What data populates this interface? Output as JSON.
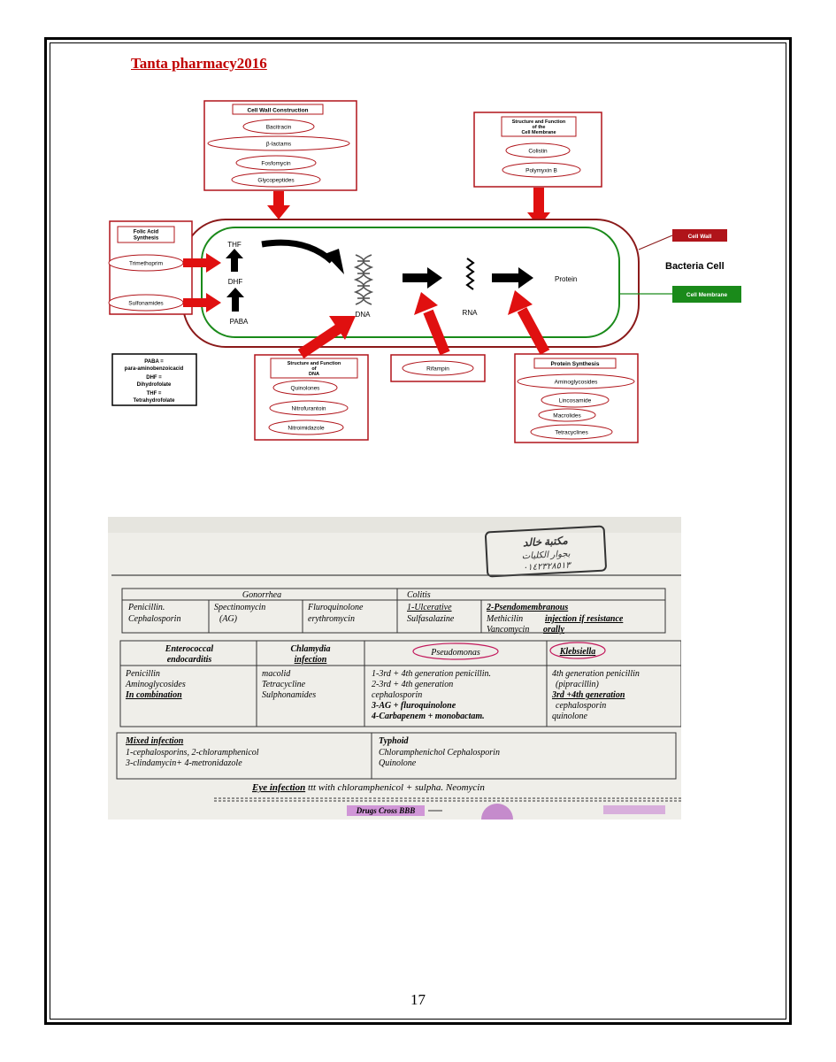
{
  "header": {
    "title": "Tanta pharmacy2016"
  },
  "diagram": {
    "cell_wall_construction": {
      "title": "Cell Wall Construction",
      "drugs": [
        "Bacitracin",
        "β-lactams",
        "Fosfomycin",
        "Glycopeptides"
      ]
    },
    "cell_membrane_box": {
      "title_lines": [
        "Structure and Function",
        "of the",
        "Cell Membrane"
      ],
      "drugs": [
        "Colistin",
        "Polymyxin B"
      ]
    },
    "folic_acid": {
      "title_lines": [
        "Folic Acid",
        "Synthesis"
      ],
      "drugs": [
        "Trimethoprim",
        "Sulfonamides"
      ]
    },
    "dna_box": {
      "title_lines": [
        "Structure and Function",
        "of",
        "DNA"
      ],
      "drugs": [
        "Quinolones",
        "Nitrofurantoin",
        "Nitroimidazole"
      ]
    },
    "rna_box": {
      "drug": "Rifampin"
    },
    "protein_box": {
      "title": "Protein Synthesis",
      "drugs": [
        "Aminoglycosides",
        "Lincosamide",
        "Macrolides",
        "Tetracyclines"
      ]
    },
    "labels": {
      "thf": "THF",
      "dhf": "DHF",
      "paba": "PABA",
      "dna": "DNA",
      "rna": "RNA",
      "protein": "Protein",
      "bacteria_cell": "Bacteria Cell",
      "cell_wall": "Cell Wall",
      "cell_membrane": "Cell Membrane"
    },
    "legend": {
      "lines": [
        "PABA =",
        "para-aminobenzoicacid",
        "DHF =",
        "Dihydrofolate",
        "THF =",
        "Tetrahydrofolate"
      ]
    }
  },
  "notes_photo": {
    "stamp": {
      "line1": "مكتبة خالد",
      "line2": "بجوار الكليات",
      "line3": "٠١٤٢٣٢٨٥١٣"
    },
    "gonorrhea": {
      "title": "Gonorrhea",
      "col1": [
        "Penicillin.",
        "Cephalosporin"
      ],
      "col2": [
        "Spectinomycin",
        "(AG)"
      ],
      "col3": [
        "Fluroquinolone",
        "erythromycin"
      ]
    },
    "colitis": {
      "title": "Colitis",
      "left": [
        "1-Ulcerative",
        "Sulfasalazine"
      ],
      "right_head": "2-Psendomembranous",
      "right": [
        "Methicilin",
        "injection if resistance",
        "Vancomycin",
        "orally"
      ]
    },
    "enterococcal": {
      "title": [
        "Enterococcal",
        "endocarditis"
      ],
      "items": [
        "Penicillin",
        "Aminoglycosides",
        "In combination"
      ]
    },
    "chlamydia": {
      "title": [
        "Chlamydia",
        "infection"
      ],
      "items": [
        "macolid",
        "Tetracycline",
        "Sulphonamides"
      ]
    },
    "pseudomonas": {
      "title": "Pseudomonas",
      "items": [
        "1-3rd + 4th generation penicillin.",
        "2-3rd + 4th generation",
        "cephalosporin",
        "3-AG + fluroquinolone",
        "4-Carbapenem + monobactam."
      ]
    },
    "klebsiella": {
      "title": "Klebsiella",
      "items": [
        "4th generation penicillin",
        "(pipracillin)",
        "3rd +4th generation",
        "cephalosporin",
        "quinolone"
      ]
    },
    "mixed": {
      "title": "Mixed infection",
      "items": [
        "1-cephalosporins,   2-chloramphenicol",
        "3-clindamycin+        4-metronidazole"
      ]
    },
    "typhoid": {
      "title": "Typhoid",
      "items": [
        "Chloramphenichol   Cephalosporin",
        "Quinolone"
      ]
    },
    "eye": {
      "lead": "Eye infection",
      "rest": " ttt with chloramphenicol + sulpha. Neomycin"
    },
    "footer_strip": {
      "drugs_cross": "Drugs Cross BBB"
    }
  },
  "page_number": "17"
}
